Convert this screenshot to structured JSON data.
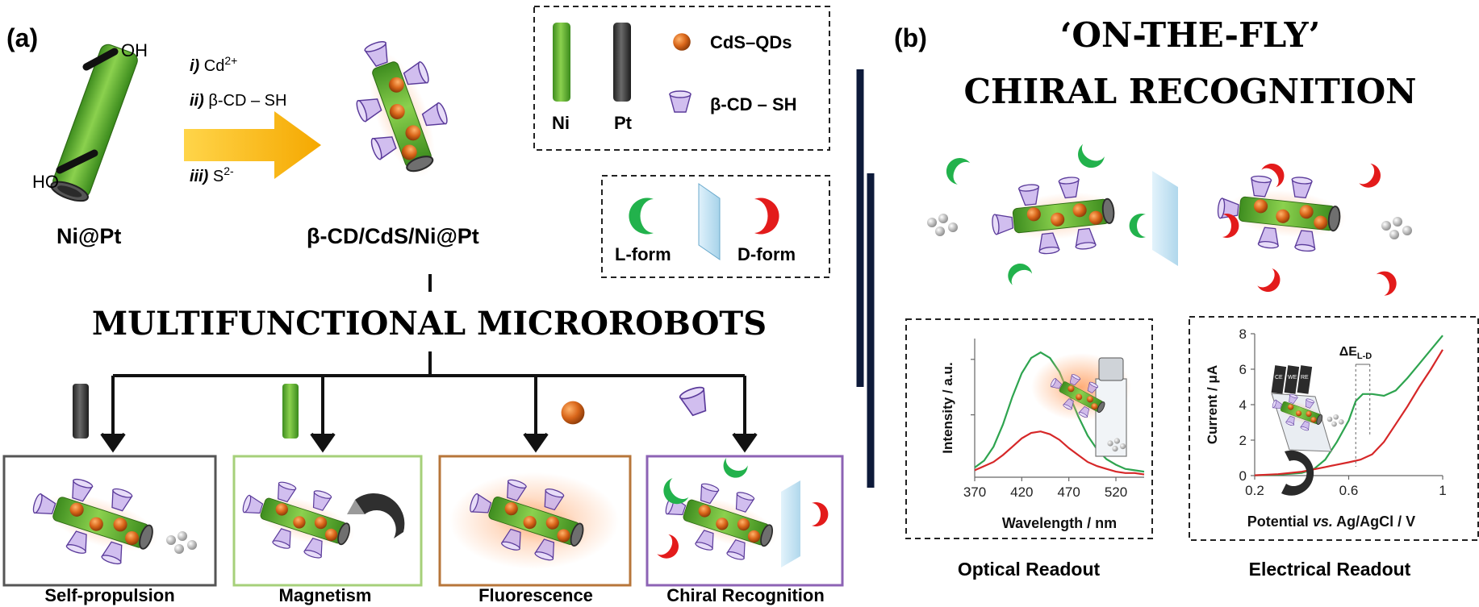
{
  "panel_a": {
    "label": "(a)",
    "step1_num": "i)",
    "step1_text": " Cd",
    "step1_sup": "2+",
    "step2_num": "ii)",
    "step2_text": " β-CD – SH",
    "step3_num": "iii)",
    "step3_text": " S",
    "step3_sup": "2-",
    "oh_top": "OH",
    "ho_bottom": "HO",
    "precursor_name": "Ni@Pt",
    "product_name": "β-CD/CdS/Ni@Pt",
    "legend": {
      "ni": "Ni",
      "pt": "Pt",
      "qds": "CdS–QDs",
      "cd": "β-CD – SH"
    },
    "forms": {
      "l": "L-form",
      "d": "D-form"
    },
    "main_title": "MULTIFUNCTIONAL MICROROBOTS",
    "functions": [
      "Self-propulsion",
      "Magnetism",
      "Fluorescence",
      "Chiral Recognition"
    ]
  },
  "panel_b": {
    "label": "(b)",
    "title_line1": "‘ON-THE-FLY’",
    "title_line2": "CHIRAL RECOGNITION",
    "optical_caption": "Optical Readout",
    "electrical_caption": "Electrical Readout",
    "electrode_labels": [
      "CE",
      "WE",
      "RE"
    ],
    "delta_label": "ΔE",
    "delta_sub": "L-D"
  },
  "colors": {
    "green": "#4caf2e",
    "red": "#e02020",
    "orange": "#d9651a",
    "purple": "#a98bd6",
    "arrow": "#f5b400",
    "self_propulsion_box": "#555555",
    "magnetism_box": "#a6d07a",
    "fluorescence_box": "#b7763a",
    "chiral_box": "#8d63b5"
  },
  "chart_data": [
    {
      "type": "line",
      "title": "",
      "xlabel": "Wavelength / nm",
      "ylabel": "Intensity / a.u.",
      "xlim": [
        370,
        550
      ],
      "x_ticks": [
        370,
        420,
        470,
        520
      ],
      "series": [
        {
          "color": "#2ea44f",
          "x": [
            370,
            380,
            390,
            400,
            410,
            420,
            430,
            440,
            450,
            460,
            470,
            480,
            490,
            500,
            510,
            520,
            530,
            540,
            550
          ],
          "y": [
            0.07,
            0.12,
            0.22,
            0.38,
            0.58,
            0.75,
            0.86,
            0.9,
            0.86,
            0.76,
            0.6,
            0.44,
            0.3,
            0.2,
            0.13,
            0.09,
            0.06,
            0.05,
            0.04
          ]
        },
        {
          "color": "#d62728",
          "x": [
            370,
            380,
            390,
            400,
            410,
            420,
            430,
            440,
            450,
            460,
            470,
            480,
            490,
            500,
            510,
            520,
            530,
            540,
            550
          ],
          "y": [
            0.05,
            0.08,
            0.11,
            0.16,
            0.22,
            0.28,
            0.32,
            0.33,
            0.31,
            0.27,
            0.21,
            0.16,
            0.11,
            0.08,
            0.06,
            0.04,
            0.03,
            0.03,
            0.02
          ]
        }
      ]
    },
    {
      "type": "line",
      "title": "",
      "xlabel": "Potential vs. Ag/AgCl / V",
      "xlabel_parts": [
        "Potential ",
        "vs.",
        " Ag/AgCl / V"
      ],
      "ylabel": "Current / μA",
      "xlim": [
        0.2,
        1.0
      ],
      "ylim": [
        0,
        8
      ],
      "x_ticks": [
        0.2,
        0.6,
        1.0
      ],
      "x_tick_labels": [
        "0.2",
        "0.6",
        "1"
      ],
      "y_ticks": [
        0,
        2,
        4,
        6,
        8
      ],
      "series": [
        {
          "color": "#2ea44f",
          "x": [
            0.2,
            0.3,
            0.4,
            0.45,
            0.5,
            0.55,
            0.6,
            0.63,
            0.66,
            0.7,
            0.75,
            0.8,
            0.85,
            0.9,
            0.95,
            1.0
          ],
          "y": [
            0.02,
            0.05,
            0.15,
            0.35,
            0.9,
            1.9,
            3.1,
            4.2,
            4.6,
            4.6,
            4.5,
            4.8,
            5.5,
            6.3,
            7.1,
            7.9
          ]
        },
        {
          "color": "#d62728",
          "x": [
            0.2,
            0.3,
            0.4,
            0.45,
            0.5,
            0.55,
            0.6,
            0.65,
            0.7,
            0.75,
            0.8,
            0.85,
            0.9,
            0.95,
            1.0
          ],
          "y": [
            0.02,
            0.08,
            0.22,
            0.35,
            0.48,
            0.62,
            0.75,
            0.9,
            1.2,
            1.9,
            2.9,
            3.9,
            5.0,
            6.0,
            7.1
          ]
        }
      ]
    }
  ]
}
